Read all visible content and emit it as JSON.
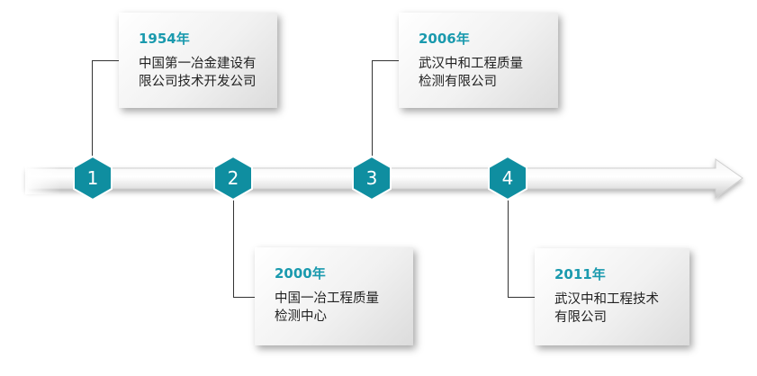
{
  "milestones": [
    {
      "number": "1",
      "year": "1954年",
      "lines": [
        "中国第一冶金建设有",
        "限公司技术开发公司"
      ]
    },
    {
      "number": "2",
      "year": "2000年",
      "lines": [
        "中国一冶工程质量",
        "检测中心"
      ]
    },
    {
      "number": "3",
      "year": "2006年",
      "lines": [
        "武汉中和工程质量",
        "检测有限公司"
      ]
    },
    {
      "number": "4",
      "year": "2011年",
      "lines": [
        "武汉中和工程技术",
        "有限公司"
      ]
    }
  ],
  "colors": {
    "accent": "#1a9aae",
    "marker_fill": "#0f8ea0",
    "marker_stroke": "#ffffff"
  }
}
